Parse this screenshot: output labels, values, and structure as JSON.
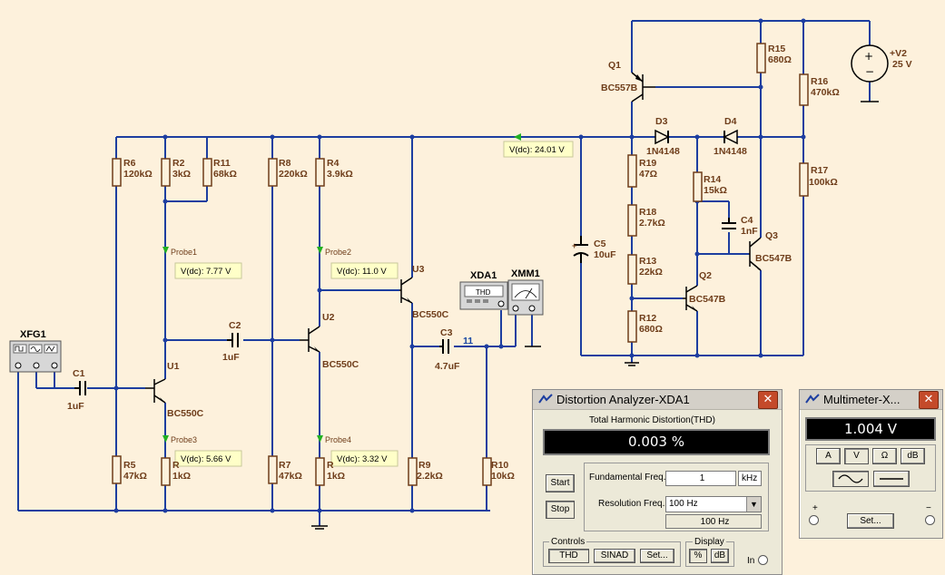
{
  "components": {
    "R6": {
      "ref": "R6",
      "value": "120kΩ"
    },
    "R2": {
      "ref": "R2",
      "value": "3kΩ"
    },
    "R11": {
      "ref": "R11",
      "value": "68kΩ"
    },
    "R8": {
      "ref": "R8",
      "value": "220kΩ"
    },
    "R4": {
      "ref": "R4",
      "value": "3.9kΩ"
    },
    "R5": {
      "ref": "R5",
      "value": "47kΩ"
    },
    "R1": {
      "ref": "R",
      "value": "1kΩ"
    },
    "R7": {
      "ref": "R7",
      "value": "47kΩ"
    },
    "R3": {
      "ref": "R",
      "value": "1kΩ"
    },
    "R9": {
      "ref": "R9",
      "value": "2.2kΩ"
    },
    "R10": {
      "ref": "R10",
      "value": "10kΩ"
    },
    "R15": {
      "ref": "R15",
      "value": "680Ω"
    },
    "R16": {
      "ref": "R16",
      "value": "470kΩ"
    },
    "R17": {
      "ref": "R17",
      "value": "100kΩ"
    },
    "R19": {
      "ref": "R19",
      "value": "47Ω"
    },
    "R18": {
      "ref": "R18",
      "value": "2.7kΩ"
    },
    "R13": {
      "ref": "R13",
      "value": "22kΩ"
    },
    "R12": {
      "ref": "R12",
      "value": "680Ω"
    },
    "R14": {
      "ref": "R14",
      "value": "15kΩ"
    },
    "C1": {
      "ref": "C1",
      "value": "1uF"
    },
    "C2": {
      "ref": "C2",
      "value": "1uF"
    },
    "C3": {
      "ref": "C3",
      "value": "4.7uF"
    },
    "C4": {
      "ref": "C4",
      "value": "1nF"
    },
    "C5": {
      "ref": "C5",
      "value": "10uF"
    },
    "D3": {
      "ref": "D3",
      "value": "1N4148"
    },
    "D4": {
      "ref": "D4",
      "value": "1N4148"
    },
    "Q1": {
      "ref": "Q1",
      "value": "BC557B"
    },
    "Q2": {
      "ref": "Q2",
      "value": "BC547B"
    },
    "Q3": {
      "ref": "Q3",
      "value": "BC547B"
    },
    "U1": {
      "ref": "U1",
      "value": "BC550C"
    },
    "U2": {
      "ref": "U2",
      "value": "BC550C"
    },
    "U3": {
      "ref": "U3",
      "value": "BC550C"
    },
    "V2": {
      "ref": "+V2",
      "value": "25 V"
    }
  },
  "instruments": {
    "xfg": "XFG1",
    "xda": "XDA1",
    "xmm": "XMM1",
    "xda_display": "THD"
  },
  "net_label": "11",
  "probes": {
    "probe1": {
      "name": "Probe1",
      "reading": "V(dc): 7.77 V"
    },
    "probe2": {
      "name": "Probe2",
      "reading": "V(dc): 11.0 V"
    },
    "probe3": {
      "name": "Probe3",
      "reading": "V(dc): 5.66 V"
    },
    "probe4": {
      "name": "Probe4",
      "reading": "V(dc): 3.32 V"
    },
    "rail": {
      "reading": "V(dc): 24.01 V"
    }
  },
  "distortion_window": {
    "title": "Distortion Analyzer-XDA1",
    "heading": "Total Harmonic Distortion(THD)",
    "display_value": "0.003 %",
    "start_label": "Start",
    "stop_label": "Stop",
    "fundamental_label": "Fundamental Freq.",
    "fundamental_value": "1",
    "fundamental_unit": "kHz",
    "resolution_label": "Resolution Freq.",
    "resolution_value": "100 Hz",
    "resolution_readout": "100 Hz",
    "controls_label": "Controls",
    "thd_label": "THD",
    "sinad_label": "SINAD",
    "set_label": "Set...",
    "display_label": "Display",
    "percent_label": "%",
    "db_label": "dB",
    "in_label": "In"
  },
  "multimeter_window": {
    "title": "Multimeter-X...",
    "display_value": "1.004 V",
    "mode_a": "A",
    "mode_v": "V",
    "mode_ohm": "Ω",
    "mode_db": "dB",
    "set_label": "Set...",
    "plus_label": "+",
    "minus_label": "−"
  },
  "colors": {
    "background": "#fdf1dc",
    "wire": "#1d3ea0",
    "component": "#6e3d1a",
    "probe": "#22b022",
    "probe_box": "#ffffc8",
    "close_button": "#c44a2a"
  }
}
